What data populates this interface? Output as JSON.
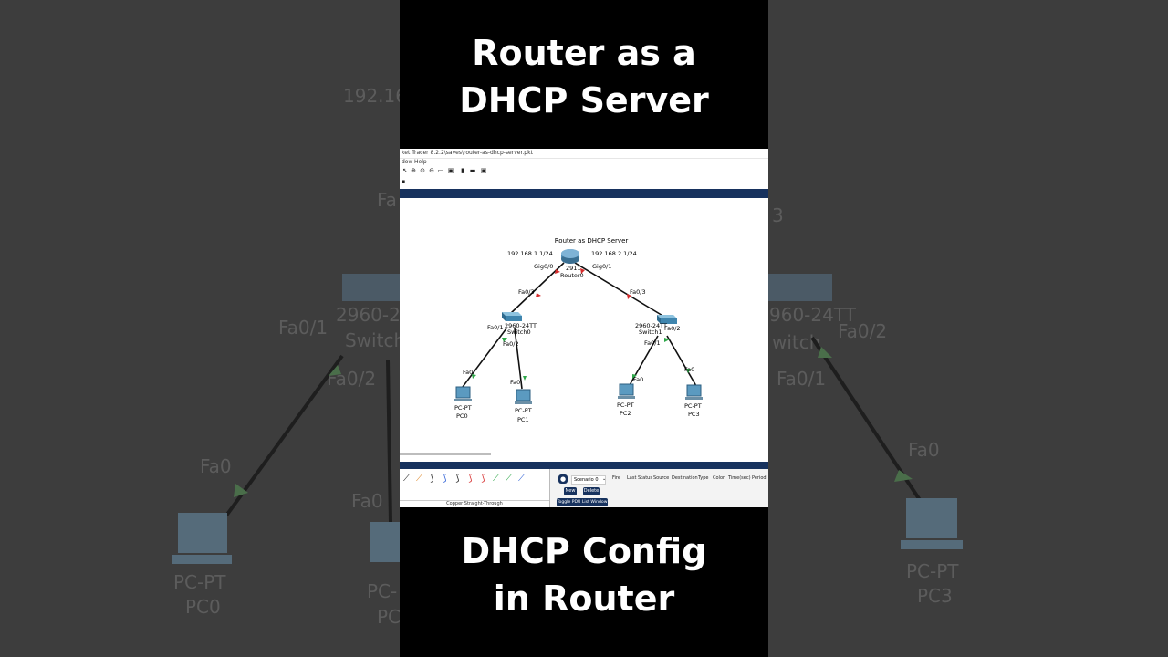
{
  "captions": {
    "top_line1": "Router as a",
    "top_line2": "DHCP Server",
    "bottom_line1": "DHCP Config",
    "bottom_line2": "in Router"
  },
  "app": {
    "title": "ket Tracer 8.2.2\\saves\\router-as-dhcp-server.pkt",
    "menu": [
      "dow",
      "Help"
    ]
  },
  "topology": {
    "title": "Router as DHCP Server",
    "router": {
      "model": "2911",
      "name": "Router0"
    },
    "router_left_ip": "192.168.1.1/24",
    "router_right_ip": "192.168.2.1/24",
    "router_left_port": "Gig0/0",
    "router_right_port": "Gig0/1",
    "switch0": {
      "model": "2960-24TT",
      "name": "Switch0",
      "uplink": "Fa0/3",
      "port_a": "Fa0/1",
      "port_b": "Fa0/2"
    },
    "switch1": {
      "model": "2960-24TT",
      "name": "Switch1",
      "uplink": "Fa0/3",
      "port_a": "Fa0/1",
      "port_b": "Fa0/2"
    },
    "pcs": [
      {
        "model": "PC-PT",
        "name": "PC0",
        "port": "Fa0"
      },
      {
        "model": "PC-PT",
        "name": "PC1",
        "port": "Fa0"
      },
      {
        "model": "PC-PT",
        "name": "PC2",
        "port": "Fa0"
      },
      {
        "model": "PC-PT",
        "name": "PC3",
        "port": "Fa0"
      }
    ]
  },
  "bottom_panel": {
    "connection_label": "Copper Straight-Through",
    "scenario": "Scenario 0",
    "new_label": "New",
    "delete_label": "Delete",
    "toggle_label": "Toggle PDU List Window",
    "pdu_columns": [
      "Fire",
      "Last Status",
      "Source",
      "Destination",
      "Type",
      "Color",
      "Time(sec)",
      "Periodi"
    ]
  },
  "background_zoom": {
    "ip_partial": "192.16",
    "left_port_fa": "Fa",
    "left_switch_ports": [
      "Fa0/1",
      "Fa0/2"
    ],
    "left_switch_label": [
      "2960-24",
      "Switch"
    ],
    "left_pc_port": "Fa0",
    "left_pc": [
      "PC-PT",
      "PC0"
    ],
    "left_pc2_port": "Fa0",
    "left_pc2": [
      "PC-",
      "PC"
    ],
    "right_ip_partial": "3",
    "right_switch_label": [
      "960-24TT",
      "witch"
    ],
    "right_switch_ports": [
      "Fa0/2",
      "Fa0/1"
    ],
    "right_pc_port": "Fa0",
    "right_pc": [
      "PC-PT",
      "PC3"
    ]
  },
  "colors": {
    "background": "#3d3d3d",
    "frame": "#000000",
    "app_bar": "#17325e",
    "link_up": "#2fa84a",
    "link_down": "#d62b2b"
  }
}
